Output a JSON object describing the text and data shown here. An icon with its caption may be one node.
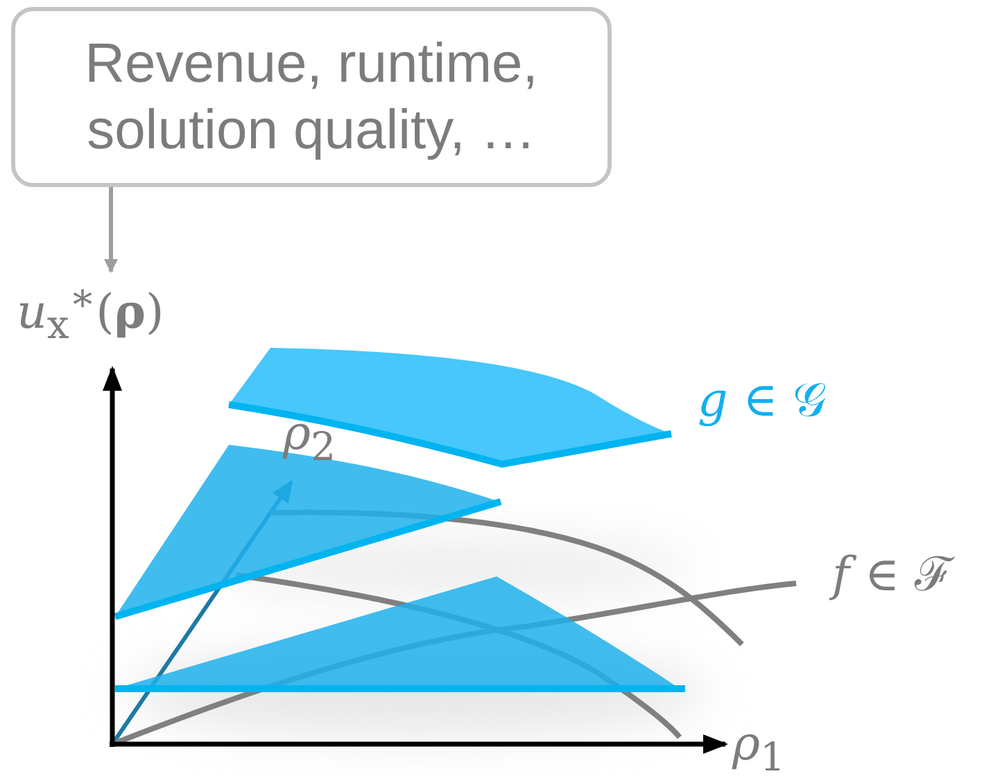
{
  "diagram": {
    "nodes": [
      {
        "text": [
          "Revenue, runtime, solution quality, …"
        ]
      },
      {
        "text": [
          "*u*$_{x}$$^{∗}$(**ρ**)"
        ]
      }
    ],
    "edges": [
      {
        "from": 0,
        "to": 1,
        "arrow": "to",
        "color": "#9e9e9e"
      }
    ],
    "labels": [
      "*ρ*$_{2}$",
      "*g* ∈ 𝒢",
      "*f* ∈ ℱ",
      "*ρ*$_{1}$"
    ]
  }
}
